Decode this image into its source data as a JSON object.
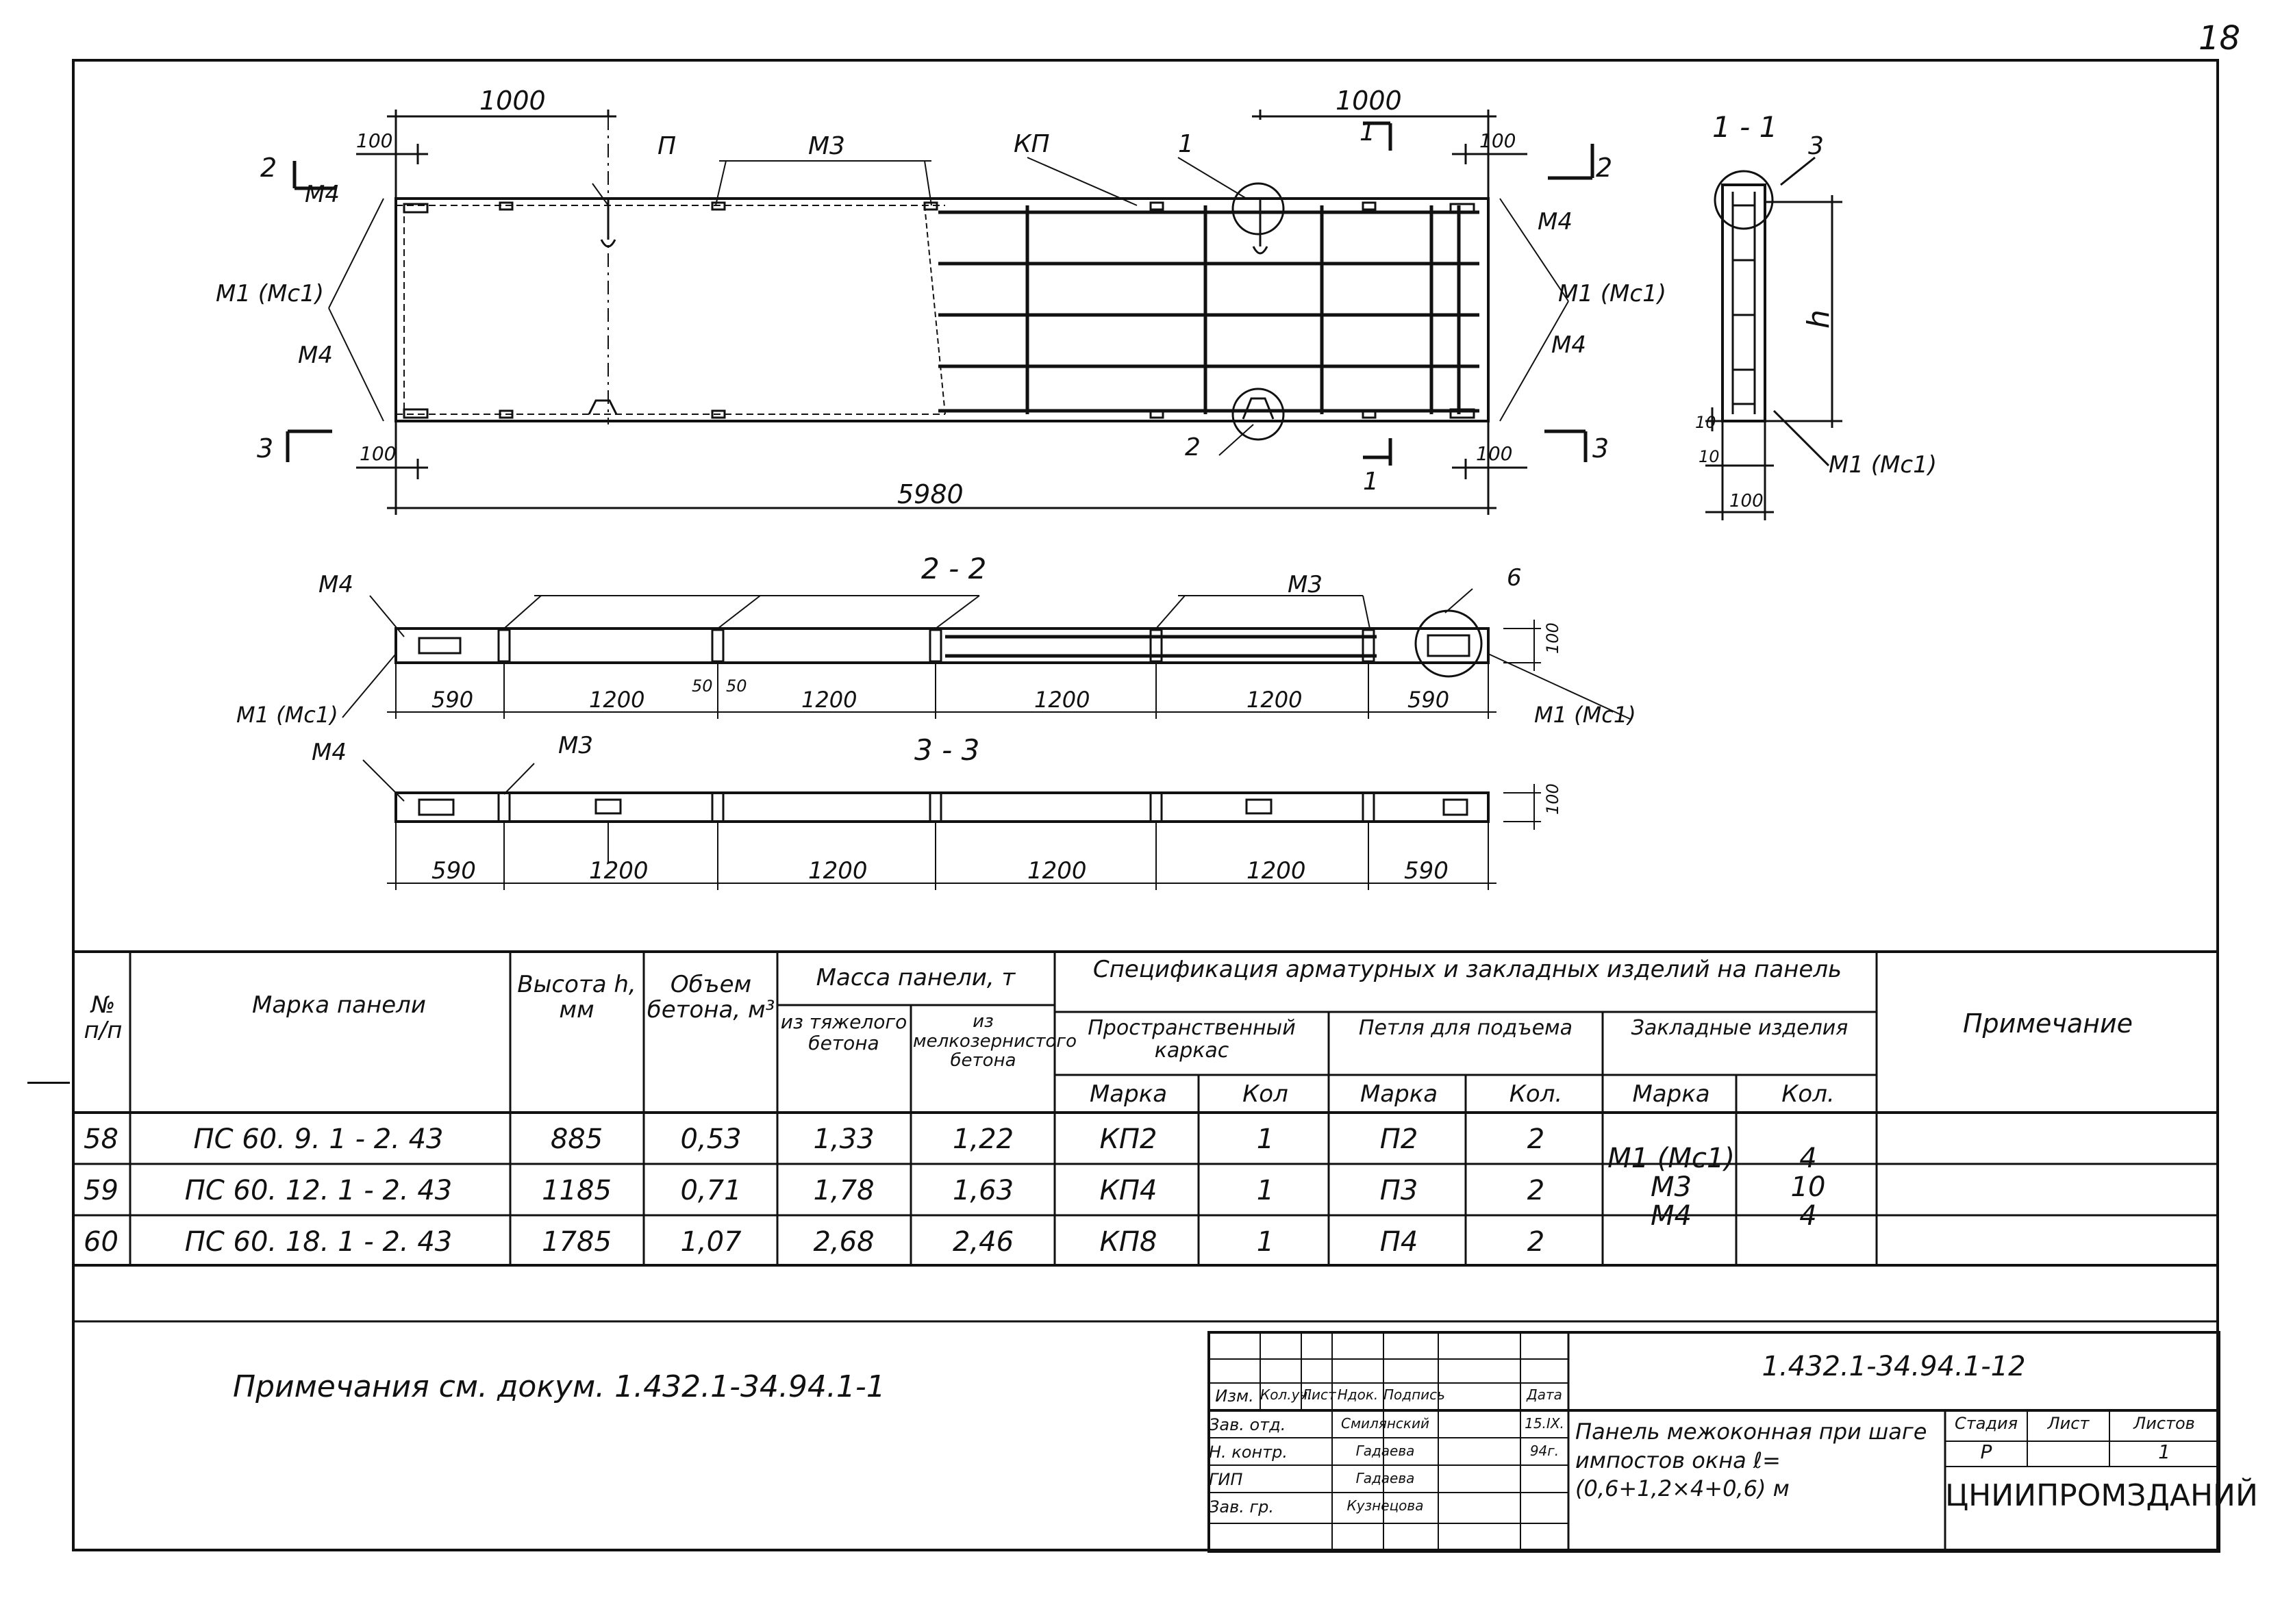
{
  "sheet_number": "18",
  "plan": {
    "dim_top_left": "1000",
    "dim_top_right": "1000",
    "dim_100_tl": "100",
    "dim_100_tr": "100",
    "dim_100_bl": "100",
    "dim_100_br": "100",
    "overall_length": "5980",
    "label_P": "П",
    "label_M3": "М3",
    "label_KP": "КП",
    "label_1": "1",
    "label_2": "2",
    "label_M4_tl": "М4",
    "label_M1_l": "М1 (Мс1)",
    "label_M4_bl": "М4",
    "label_M4_tr": "М4",
    "label_M1_r": "М1 (Мс1)",
    "label_M4_br": "М4",
    "cut2": "2",
    "cut3": "3",
    "cut1": "1"
  },
  "section11": {
    "title": "1 - 1",
    "label_3": "3",
    "h_label": "h",
    "dim_10a": "10",
    "dim_10b": "10",
    "dim_100": "100",
    "label_M1": "М1 (Мс1)"
  },
  "section22": {
    "title": "2 - 2",
    "label_M4": "М4",
    "label_M3": "М3",
    "label_6": "6",
    "label_M1_l": "М1 (Мс1)",
    "label_M1_r": "М1 (Мс1)",
    "dim_100": "100",
    "dims": [
      "590",
      "1200",
      "50",
      "50",
      "1200",
      "1200",
      "1200",
      "590"
    ]
  },
  "section33": {
    "title": "3 - 3",
    "label_M4": "М4",
    "label_M3": "М3",
    "dim_100": "100",
    "dims": [
      "590",
      "1200",
      "1200",
      "1200",
      "1200",
      "590"
    ]
  },
  "table": {
    "h_no": "№ п/п",
    "h_mark": "Марка панели",
    "h_height": "Высота h, мм",
    "h_volume": "Объем бетона, м³",
    "h_mass": "Масса панели, т",
    "h_mass_heavy": "из тяжелого бетона",
    "h_mass_fine": "из мелкозернистого бетона",
    "h_spec": "Спецификация арматурных и закладных изделий на панель",
    "h_frame": "Пространственный каркас",
    "h_loop": "Петля для подъема",
    "h_embed": "Закладные изделия",
    "h_mark_col": "Марка",
    "h_qty": "Кол",
    "h_mark_col2": "Марка",
    "h_qty2": "Кол.",
    "h_mark_col3": "Марка",
    "h_qty3": "Кол.",
    "h_note": "Примечание",
    "rows": [
      {
        "no": "58",
        "mark": "ПС 60. 9. 1 - 2. 43",
        "h": "885",
        "vol": "0,53",
        "m1": "1,33",
        "m2": "1,22",
        "fr": "КП2",
        "frq": "1",
        "lp": "П2",
        "lpq": "2"
      },
      {
        "no": "59",
        "mark": "ПС 60. 12. 1 - 2. 43",
        "h": "1185",
        "vol": "0,71",
        "m1": "1,78",
        "m2": "1,63",
        "fr": "КП4",
        "frq": "1",
        "lp": "П3",
        "lpq": "2"
      },
      {
        "no": "60",
        "mark": "ПС 60. 18. 1 - 2. 43",
        "h": "1785",
        "vol": "1,07",
        "m1": "2,68",
        "m2": "2,46",
        "fr": "КП8",
        "frq": "1",
        "lp": "П4",
        "lpq": "2"
      }
    ],
    "embed_marks": [
      "М1 (Мс1)",
      "М3",
      "М4"
    ],
    "embed_qty": [
      "4",
      "10",
      "4"
    ]
  },
  "notes_ref": "Примечания см. докум. 1.432.1-34.94.1-1",
  "stamp": {
    "doc_code": "1.432.1-34.94.1-12",
    "col_izm": "Изм.",
    "col_koluch": "Кол.уч.",
    "col_list": "Лист",
    "col_ndok": "Ндок.",
    "col_podp": "Подпись",
    "col_data": "Дата",
    "r1_role": "Зав. отд.",
    "r1_name": "Смилянский",
    "r1_date": "15.IX.",
    "r2_role": "Н. контр.",
    "r2_name": "Гадаева",
    "r2_date": "94г.",
    "r3_role": "ГИП",
    "r3_name": "Гадаева",
    "r4_role": "Зав. гр.",
    "r4_name": "Кузнецова",
    "title": "Панель межоконная при шаге импостов окна ℓ=(0,6+1,2×4+0,6) м",
    "stage_h": "Стадия",
    "sheet_h": "Лист",
    "sheets_h": "Листов",
    "stage": "Р",
    "sheet": "",
    "sheets": "1",
    "org": "ЦНИИПРОМЗДАНИЙ"
  }
}
